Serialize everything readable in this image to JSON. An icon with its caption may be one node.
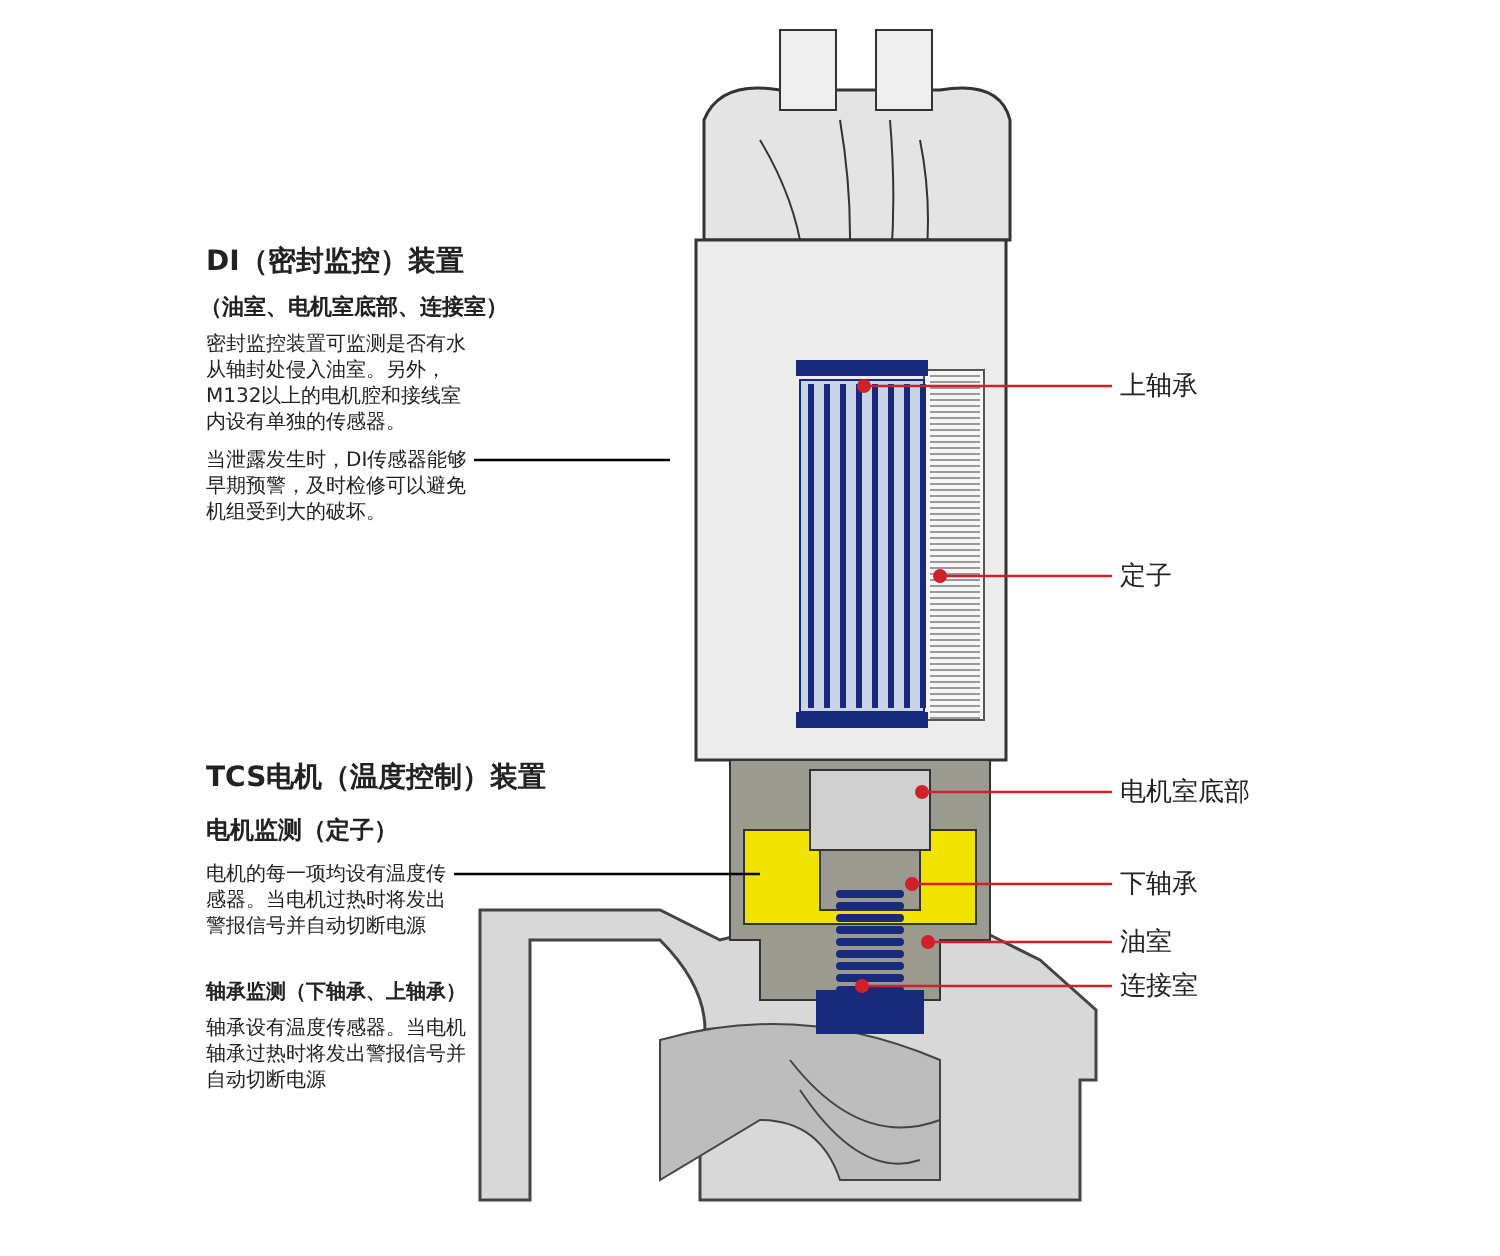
{
  "diagram": {
    "nodes": [
      {
        "text": [
          "当泄露发生时，DI传感器能够早期预警，及时检修可以避免机组受到大的破坏。"
        ]
      },
      {
        "text": [
          "电机的每一项均设有温度传感器。当电机过热时将发出警报信号并自动切断电源"
        ]
      },
      {
        "text": [
          "上轴承"
        ]
      },
      {
        "text": [
          "定子"
        ]
      },
      {
        "text": [
          "电机室底部"
        ]
      },
      {
        "text": [
          "下轴承"
        ]
      },
      {
        "text": [
          "油室"
        ]
      },
      {
        "text": [
          "连接室"
        ]
      }
    ],
    "edges": [
      {
        "from": 0,
        "to": null,
        "arrow": "none",
        "color": "#000000"
      },
      {
        "from": 1,
        "to": null,
        "arrow": "none",
        "color": "#000000"
      },
      {
        "from": 2,
        "to": null,
        "arrow": "other"
      },
      {
        "from": 3,
        "to": null,
        "arrow": "other"
      },
      {
        "from": 4,
        "to": null,
        "arrow": "other"
      },
      {
        "from": 5,
        "to": null,
        "arrow": "other"
      },
      {
        "from": 6,
        "to": null,
        "arrow": "other"
      },
      {
        "from": 7,
        "to": null,
        "arrow": "other"
      }
    ],
    "labels": [
      "DI（密封监控）装置",
      "（油室、电机室底部、连接室）",
      "密封监控装置可监测是否有水从轴封处侵入油室。另外，M132以上的电机腔和接线室内设有单独的传感器。",
      "TCS电机（温度控制）装置",
      "电机监测（定子）",
      "轴承监测（下轴承、上轴承）",
      "轴承设有温度传感器。当电机轴承过热时将发出警报信号并自动切断电源"
    ]
  }
}
